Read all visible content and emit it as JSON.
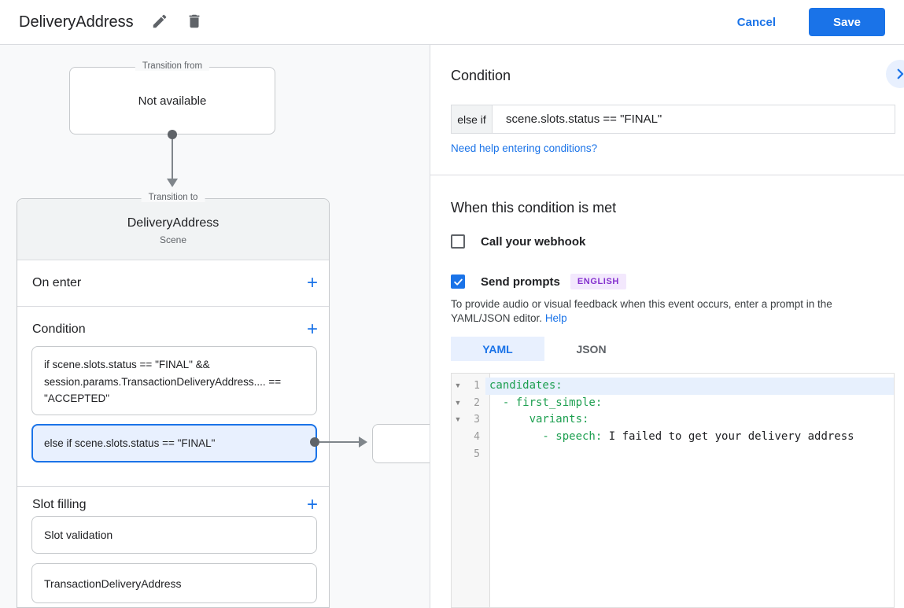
{
  "header": {
    "title": "DeliveryAddress",
    "cancel": "Cancel",
    "save": "Save"
  },
  "canvas": {
    "transition_from": {
      "legend": "Transition from",
      "text": "Not available"
    },
    "transition_to": {
      "legend": "Transition to",
      "title": "DeliveryAddress",
      "subtitle": "Scene"
    },
    "on_enter": {
      "label": "On enter",
      "add": "+"
    },
    "condition": {
      "label": "Condition",
      "add": "+",
      "items": [
        {
          "text": "if scene.slots.status == \"FINAL\" && session.params.TransactionDeliveryAddress.... == \"ACCEPTED\""
        },
        {
          "text": "else if scene.slots.status == \"FINAL\"",
          "selected": true
        }
      ]
    },
    "slot_filling": {
      "label": "Slot filling",
      "add": "+",
      "items": [
        {
          "text": "Slot validation"
        },
        {
          "text": "TransactionDeliveryAddress"
        }
      ]
    }
  },
  "panel": {
    "title": "Condition",
    "condition_input": {
      "prefix": "else if",
      "value": "scene.slots.status == \"FINAL\""
    },
    "help_link": "Need help entering conditions?",
    "when_met_title": "When this condition is met",
    "webhook": {
      "label": "Call your webhook",
      "checked": false
    },
    "prompts": {
      "label": "Send prompts",
      "checked": true
    },
    "language_badge": "ENGLISH",
    "description": "To provide audio or visual feedback when this event occurs, enter a prompt in the YAML/JSON editor.",
    "help_label": "Help",
    "tabs": [
      {
        "label": "YAML",
        "active": true
      },
      {
        "label": "JSON",
        "active": false
      }
    ],
    "editor": {
      "lines": [
        {
          "number": "1",
          "fold": "▼",
          "key": "candidates:",
          "value": ""
        },
        {
          "number": "2",
          "fold": "▼",
          "key": "  - first_simple:",
          "value": ""
        },
        {
          "number": "3",
          "fold": "▼",
          "key": "      variants:",
          "value": ""
        },
        {
          "number": "4",
          "fold": "",
          "key": "        - speech:",
          "value": " I failed to get your delivery address"
        },
        {
          "number": "5",
          "fold": "",
          "key": "",
          "value": ""
        }
      ]
    }
  },
  "colors": {
    "accent_blue": "#1a73e8",
    "light_blue": "#e8f0fe",
    "yaml_key_green": "#1d9f50",
    "badge_purple": "#8430ce",
    "badge_bg": "#f3e8fd",
    "canvas_bg": "#f8f9fa"
  }
}
